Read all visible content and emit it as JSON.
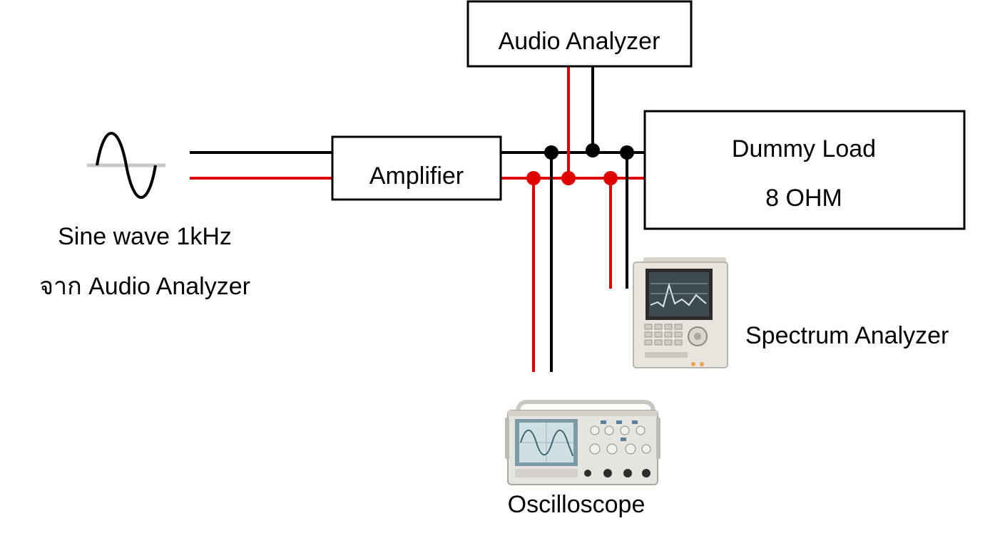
{
  "colors": {
    "signal_wire": "#e00000",
    "ground_wire": "#000000",
    "box_stroke": "#000000",
    "text": "#000000",
    "sine_axis": "#c8c8c8"
  },
  "blocks": {
    "audio_analyzer": {
      "label": "Audio Analyzer"
    },
    "amplifier": {
      "label": "Amplifier"
    },
    "dummy_load": {
      "label_line1": "Dummy Load",
      "label_line2": "8 OHM"
    }
  },
  "source": {
    "line1": "Sine wave 1kHz",
    "line2": "จาก Audio Analyzer",
    "icon": "sine-wave-icon"
  },
  "instruments": {
    "spectrum_analyzer": {
      "label": "Spectrum Analyzer",
      "icon": "spectrum-analyzer-icon"
    },
    "oscilloscope": {
      "label": "Oscilloscope",
      "icon": "oscilloscope-icon"
    }
  }
}
